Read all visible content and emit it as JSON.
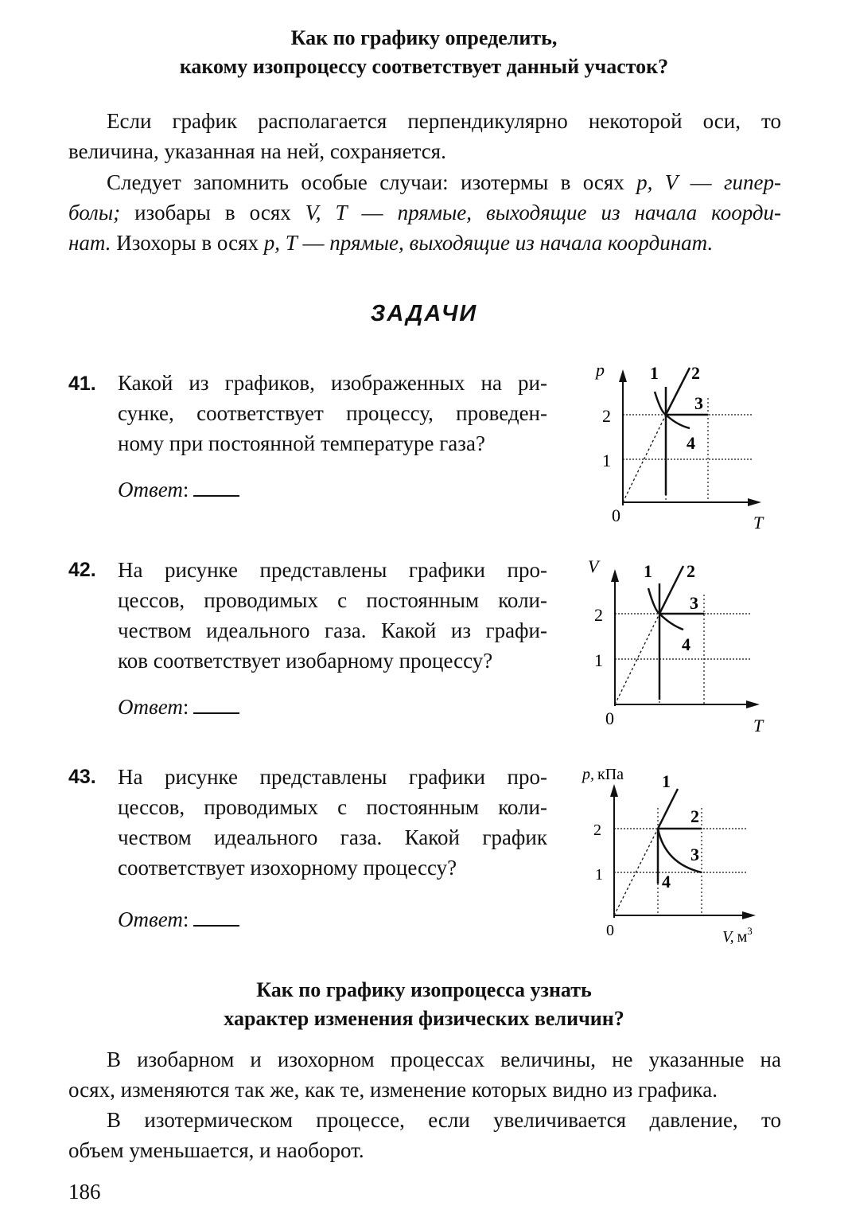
{
  "header": {
    "line1": "Как по графику определить,",
    "line2": "какому изопроцессу соответствует данный участок?"
  },
  "intro": {
    "p1_l1": "Если график располагается перпендикулярно некоторой оси, то",
    "p1_l2": "величина, указанная на ней, сохраняется.",
    "p2_l1a": "Следует запомнить особые случаи: изотермы в осях ",
    "p2_l1b": "p, V",
    "p2_l1c": " — ",
    "p2_l1d": "гипер-",
    "p2_l2a": "болы;",
    "p2_l2b": " изобары в осях ",
    "p2_l2c": "V, T",
    "p2_l2d": " — ",
    "p2_l2e": "прямые, выходящие из начала коорди-",
    "p2_l3a": "нат.",
    "p2_l3b": " Изохоры в осях ",
    "p2_l3c": "p, T",
    "p2_l3d": " — ",
    "p2_l3e": "прямые, выходящие из начала координат."
  },
  "tasks_heading": "ЗАДАЧИ",
  "tasks": [
    {
      "num": "41.",
      "lines": [
        "Какой из графиков, изображенных на ри-",
        "сунке, соответствует процессу, проведен-",
        "ному при постоянной температуре газа?"
      ],
      "answer_label": "Ответ",
      "answer_colon": ":",
      "graph": {
        "y_label": "p",
        "x_label": "T",
        "origin": "0",
        "tick1": "1",
        "tick2": "2",
        "c1": "1",
        "c2": "2",
        "c3": "3",
        "c4": "4"
      }
    },
    {
      "num": "42.",
      "lines": [
        "На рисунке представлены графики про-",
        "цессов, проводимых с постоянным коли-",
        "чеством идеального газа. Какой из графи-",
        "ков соответствует изобарному процессу?"
      ],
      "answer_label": "Ответ",
      "answer_colon": ":",
      "graph": {
        "y_label": "V",
        "x_label": "T",
        "origin": "0",
        "tick1": "1",
        "tick2": "2",
        "c1": "1",
        "c2": "2",
        "c3": "3",
        "c4": "4"
      }
    },
    {
      "num": "43.",
      "lines": [
        "На рисунке представлены графики про-",
        "цессов, проводимых с постоянным коли-",
        "чеством идеального газа. Какой график",
        "соответствует изохорному процессу?"
      ],
      "answer_label": "Ответ",
      "answer_colon": ":",
      "graph": {
        "y_label_var": "p,",
        "y_label_unit": "кПа",
        "x_label_var": "V,",
        "x_label_unit": "м",
        "x_label_exp": "3",
        "origin": "0",
        "tick1": "1",
        "tick2": "2",
        "c1": "1",
        "c2": "2",
        "c3": "3",
        "c4": "4"
      }
    }
  ],
  "section2": {
    "line1": "Как по графику изопроцесса узнать",
    "line2": "характер изменения физических величин?",
    "p1_l1": "В изобарном и изохорном процессах величины, не указанные на",
    "p1_l2": "осях, изменяются так же, как те, изменение которых видно из графика.",
    "p2_l1": "В изотермическом процессе, если увеличивается давление, то",
    "p2_l2": "объем уменьшается, и наоборот."
  },
  "page_number": "186"
}
